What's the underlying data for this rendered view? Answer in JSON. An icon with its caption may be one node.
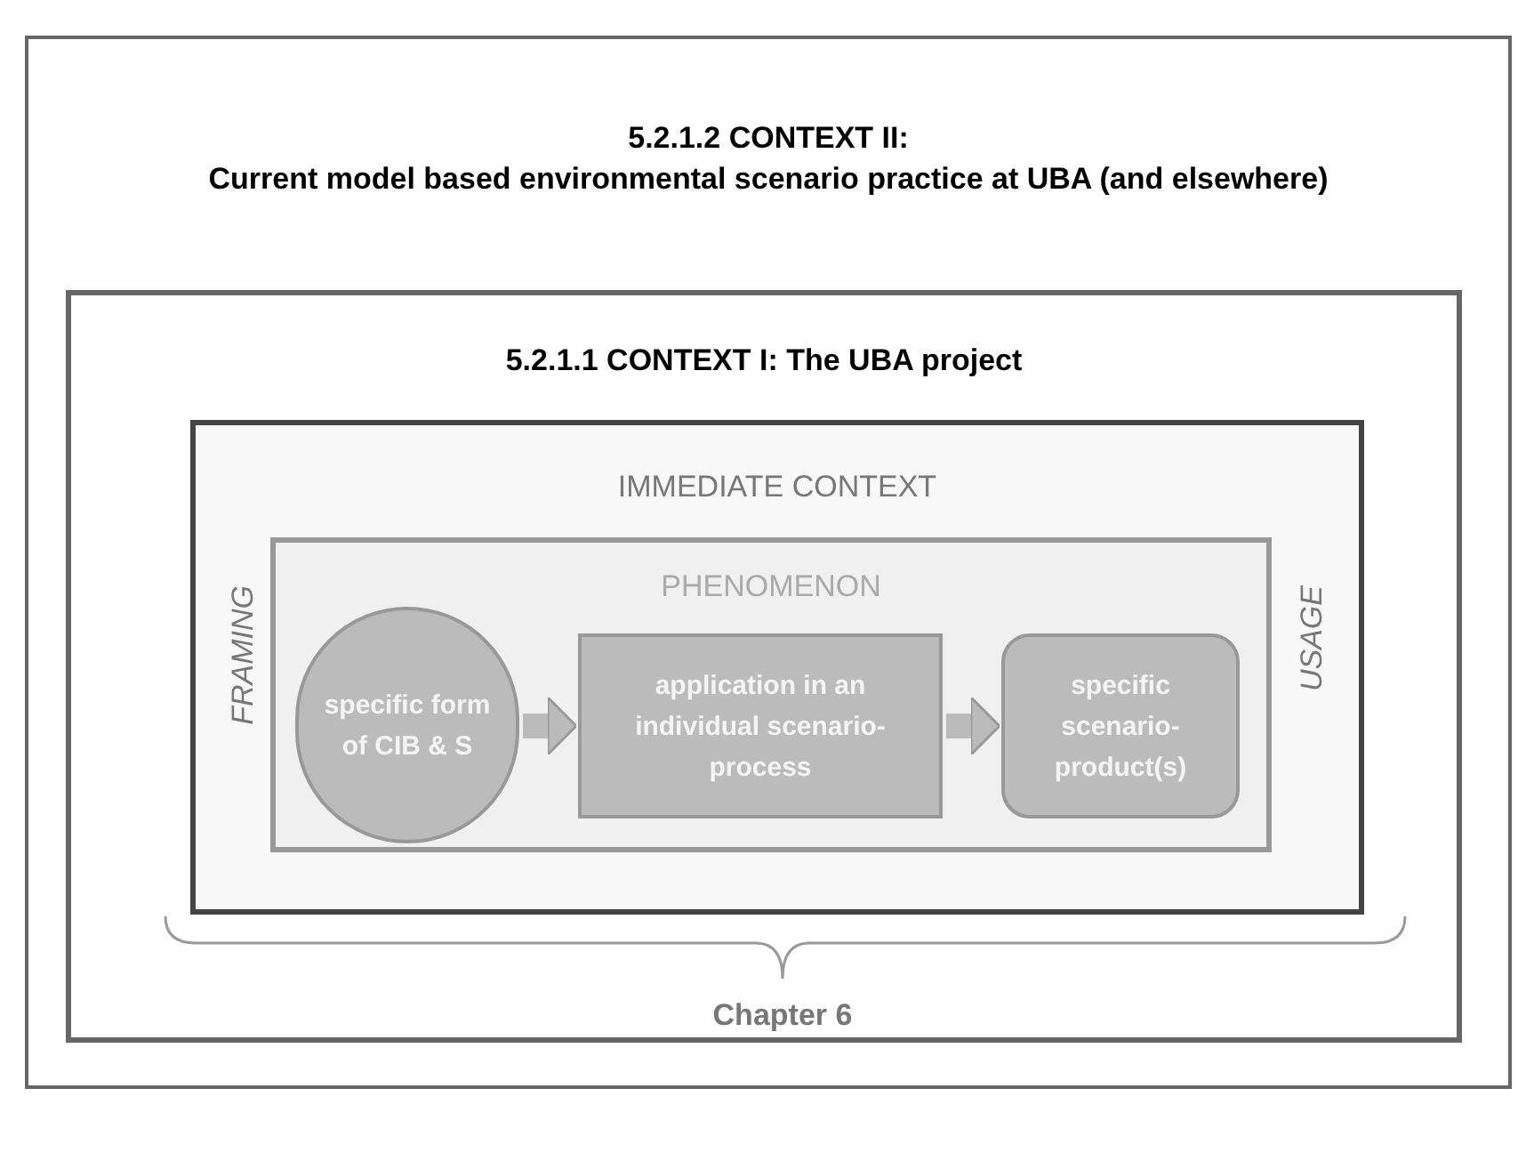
{
  "diagram": {
    "nodes": [
      {
        "text": [
          "5.2.1.2  CONTEXT II:",
          "Current model based environmental scenario practice at UBA (and elsewhere)"
        ]
      },
      {
        "text": [
          "5.2.1.1  CONTEXT I: The UBA project"
        ],
        "in": 0
      },
      {
        "text": [
          "IMMEDIATE CONTEXT",
          "FRAMING",
          "USAGE"
        ],
        "in": 1
      },
      {
        "text": [
          "PHENOMENON"
        ],
        "in": 2
      },
      {
        "text": [
          "specific form of CIB & S"
        ],
        "in": 3
      },
      {
        "text": [
          "application in an individual scenario-process"
        ],
        "in": 3
      },
      {
        "text": [
          "specific scenario-product(s)"
        ],
        "in": 3
      }
    ],
    "edges": [
      {
        "from": 4,
        "to": 5,
        "arrow": "to"
      },
      {
        "from": 5,
        "to": 6,
        "arrow": "to"
      }
    ],
    "labels": [
      "Chapter 6"
    ]
  }
}
